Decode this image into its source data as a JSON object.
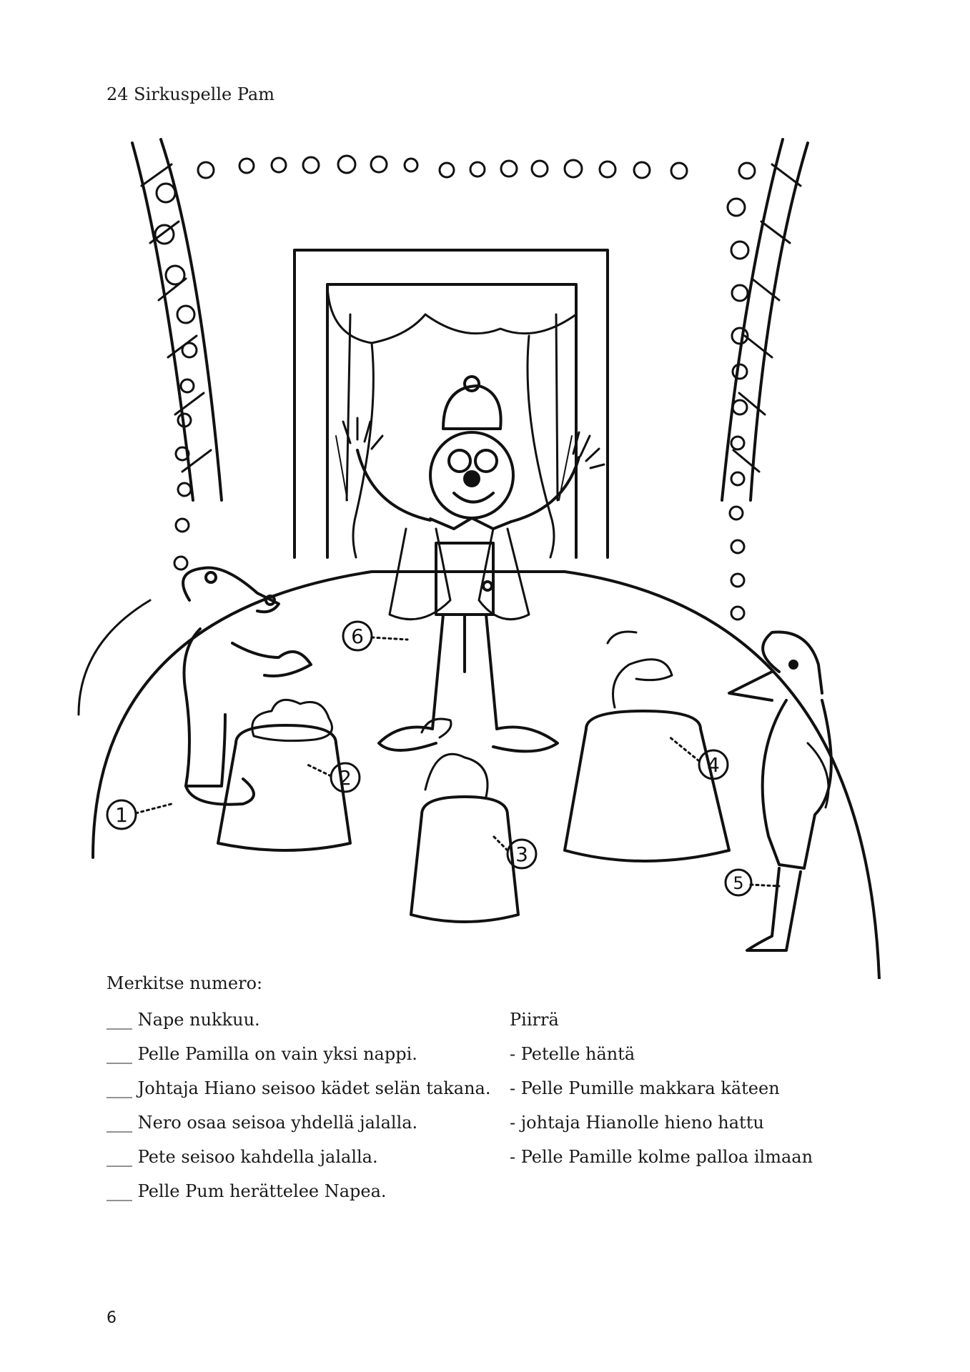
{
  "header": {
    "title": "24 Sirkuspelle Pam"
  },
  "illustration": {
    "markers": [
      "1",
      "2",
      "3",
      "4",
      "5",
      "6"
    ]
  },
  "task": {
    "instruction": "Merkitse numero:",
    "items": [
      "___ Nape nukkuu.",
      "___ Pelle Pamilla on vain yksi nappi.",
      "___ Johtaja Hiano seisoo kädet selän takana.",
      "___ Nero osaa seisoa yhdellä jalalla.",
      "___ Pete seisoo kahdella jalalla.",
      "___ Pelle Pum herättelee Napea."
    ]
  },
  "draw": {
    "heading": "Piirrä",
    "items": [
      "- Petelle häntä",
      "- Pelle Pumille makkara käteen",
      "- johtaja Hianolle hieno hattu",
      "- Pelle Pamille kolme palloa ilmaan"
    ]
  },
  "footer": {
    "page_number": "6"
  }
}
